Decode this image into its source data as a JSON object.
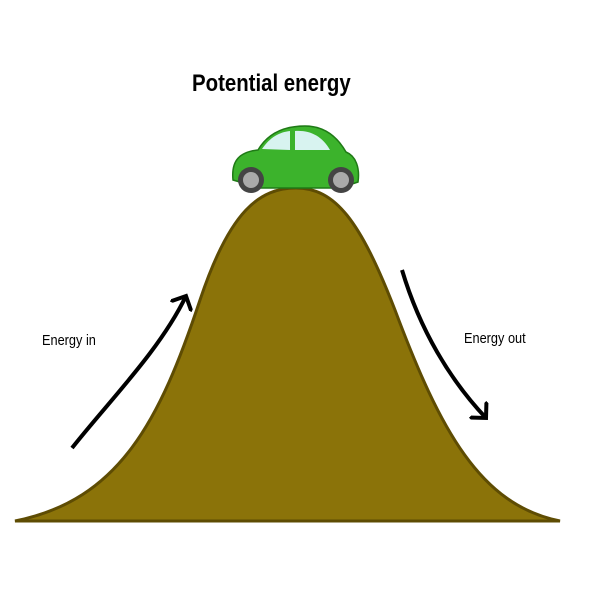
{
  "title": "Potential energy",
  "labels": {
    "energy_in": "Energy in",
    "energy_out": "Energy out"
  },
  "colors": {
    "hill": "#8b7309",
    "hill_outline": "#5e4c03",
    "car": "#3cb32c",
    "arrow": "#000000"
  },
  "icons": {
    "car": "car-icon"
  }
}
